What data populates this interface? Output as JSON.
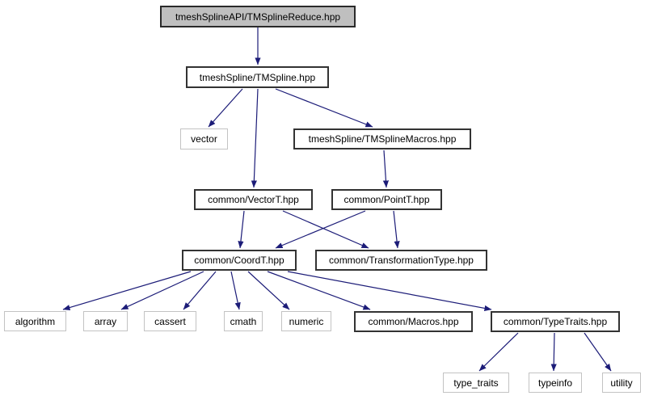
{
  "diagram": {
    "kind": "include-dependency-graph",
    "root_file": "tmeshSplineAPI/TMSplineReduce.hpp"
  },
  "colors": {
    "arrow": "#1c1c78",
    "root_fill": "#bfbfbf",
    "project_border": "#333333",
    "std_border": "#c3c3c3",
    "node_fill": "#ffffff",
    "text": "#000000",
    "background": "#ffffff"
  },
  "nodes": [
    {
      "id": "tmsplinereduce",
      "label": "tmeshSplineAPI/TMSplineReduce.hpp",
      "kind": "root"
    },
    {
      "id": "tmspline",
      "label": "tmeshSpline/TMSpline.hpp",
      "kind": "project"
    },
    {
      "id": "vector",
      "label": "vector",
      "kind": "std"
    },
    {
      "id": "tmsplinemacros",
      "label": "tmeshSpline/TMSplineMacros.hpp",
      "kind": "project"
    },
    {
      "id": "vectort",
      "label": "common/VectorT.hpp",
      "kind": "project"
    },
    {
      "id": "pointt",
      "label": "common/PointT.hpp",
      "kind": "project"
    },
    {
      "id": "coordt",
      "label": "common/CoordT.hpp",
      "kind": "project"
    },
    {
      "id": "transformationtype",
      "label": "common/TransformationType.hpp",
      "kind": "project"
    },
    {
      "id": "algorithm",
      "label": "algorithm",
      "kind": "std"
    },
    {
      "id": "array",
      "label": "array",
      "kind": "std"
    },
    {
      "id": "cassert",
      "label": "cassert",
      "kind": "std"
    },
    {
      "id": "cmath",
      "label": "cmath",
      "kind": "std"
    },
    {
      "id": "numeric",
      "label": "numeric",
      "kind": "std"
    },
    {
      "id": "macros",
      "label": "common/Macros.hpp",
      "kind": "project"
    },
    {
      "id": "typetraits",
      "label": "common/TypeTraits.hpp",
      "kind": "project"
    },
    {
      "id": "type_traits",
      "label": "type_traits",
      "kind": "std"
    },
    {
      "id": "typeinfo",
      "label": "typeinfo",
      "kind": "std"
    },
    {
      "id": "utility",
      "label": "utility",
      "kind": "std"
    }
  ],
  "edges": [
    {
      "from": "tmsplinereduce",
      "to": "tmspline"
    },
    {
      "from": "tmspline",
      "to": "vector"
    },
    {
      "from": "tmspline",
      "to": "tmsplinemacros"
    },
    {
      "from": "tmspline",
      "to": "vectort"
    },
    {
      "from": "tmsplinemacros",
      "to": "pointt"
    },
    {
      "from": "vectort",
      "to": "coordt"
    },
    {
      "from": "vectort",
      "to": "transformationtype"
    },
    {
      "from": "pointt",
      "to": "coordt"
    },
    {
      "from": "pointt",
      "to": "transformationtype"
    },
    {
      "from": "coordt",
      "to": "algorithm"
    },
    {
      "from": "coordt",
      "to": "array"
    },
    {
      "from": "coordt",
      "to": "cassert"
    },
    {
      "from": "coordt",
      "to": "cmath"
    },
    {
      "from": "coordt",
      "to": "numeric"
    },
    {
      "from": "coordt",
      "to": "macros"
    },
    {
      "from": "coordt",
      "to": "typetraits"
    },
    {
      "from": "typetraits",
      "to": "type_traits"
    },
    {
      "from": "typetraits",
      "to": "typeinfo"
    },
    {
      "from": "typetraits",
      "to": "utility"
    }
  ]
}
